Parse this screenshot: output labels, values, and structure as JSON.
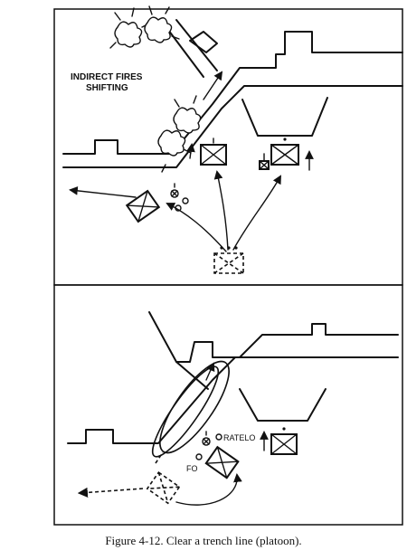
{
  "top_panel": {
    "label_line1": "INDIRECT FIRES",
    "label_line2": "SHIFTING"
  },
  "bottom_panel": {
    "ratelo_label": "RATELO",
    "fo_label": "FO"
  },
  "caption": "Figure 4-12. Clear a trench line (platoon)."
}
